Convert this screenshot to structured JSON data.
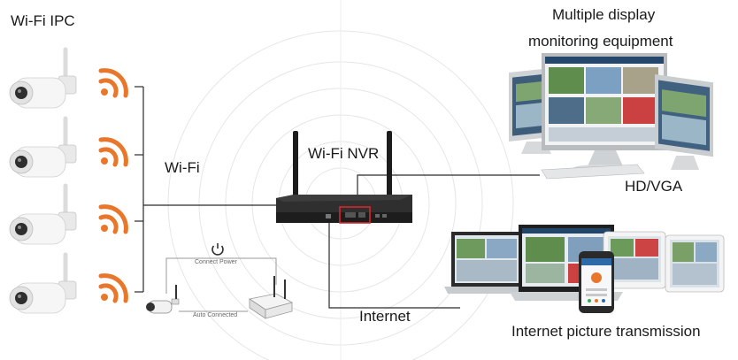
{
  "labels": {
    "wifi_ipc": "Wi-Fi IPC",
    "multi_display_line1": "Multiple display",
    "multi_display_line2": "monitoring equipment",
    "wifi": "Wi-Fi",
    "wifi_nvr": "Wi-Fi NVR",
    "hd_vga": "HD/VGA",
    "internet": "Internet",
    "internet_transmission": "Internet picture transmission",
    "connect_power": "Connect Power",
    "auto_connected": "Auto Connected"
  },
  "icons": {
    "wifi_signal": "wifi-signal-icon",
    "power": "power-icon"
  },
  "colors": {
    "wifi_orange": "#e8772c",
    "line": "#2a2a2a",
    "nvr_body": "#2c2c2c",
    "highlight": "#d9262b",
    "ripple": "#e4e4e4"
  }
}
